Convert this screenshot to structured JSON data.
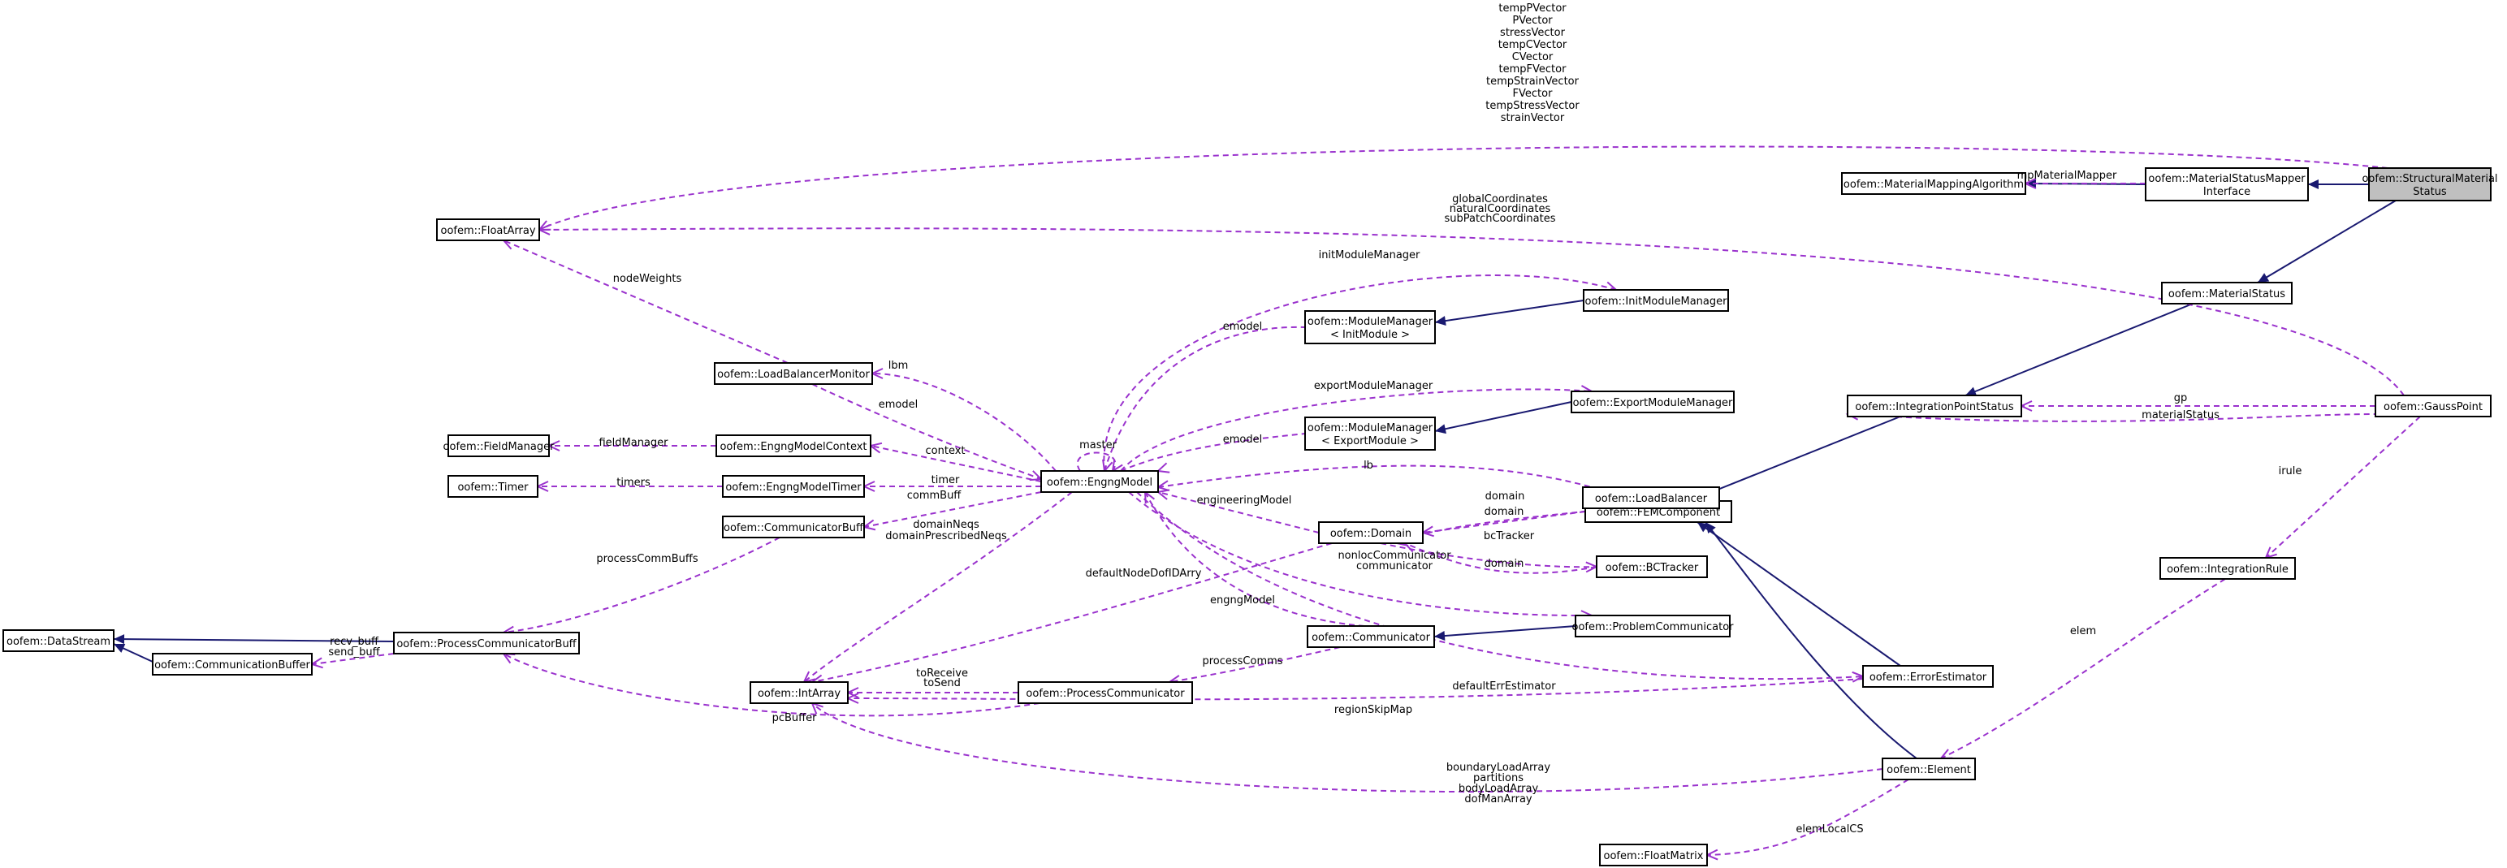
{
  "nodes": {
    "structural_material_status": [
      "oofem::StructuralMaterial",
      "Status"
    ],
    "material_status_mapper": [
      "oofem::MaterialStatusMapper",
      "Interface"
    ],
    "material_mapping_algorithm": [
      "oofem::MaterialMappingAlgorithm"
    ],
    "float_array": [
      "oofem::FloatArray"
    ],
    "material_status": [
      "oofem::MaterialStatus"
    ],
    "integration_point_status": [
      "oofem::IntegrationPointStatus"
    ],
    "gauss_point": [
      "oofem::GaussPoint"
    ],
    "fem_component": [
      "oofem::FEMComponent"
    ],
    "integration_rule": [
      "oofem::IntegrationRule"
    ],
    "init_module_manager": [
      "oofem::InitModuleManager"
    ],
    "module_manager_init": [
      "oofem::ModuleManager",
      "< InitModule >"
    ],
    "export_module_manager": [
      "oofem::ExportModuleManager"
    ],
    "module_manager_export": [
      "oofem::ModuleManager",
      "< ExportModule >"
    ],
    "load_balancer_monitor": [
      "oofem::LoadBalancerMonitor"
    ],
    "load_balancer": [
      "oofem::LoadBalancer"
    ],
    "field_manager": [
      "oofem::FieldManager"
    ],
    "engng_model_context": [
      "oofem::EngngModelContext"
    ],
    "timer": [
      "oofem::Timer"
    ],
    "engng_model_timer": [
      "oofem::EngngModelTimer"
    ],
    "engng_model": [
      "oofem::EngngModel"
    ],
    "communicator_buff": [
      "oofem::CommunicatorBuff"
    ],
    "domain": [
      "oofem::Domain"
    ],
    "bc_tracker": [
      "oofem::BCTracker"
    ],
    "problem_communicator": [
      "oofem::ProblemCommunicator"
    ],
    "communicator": [
      "oofem::Communicator"
    ],
    "data_stream": [
      "oofem::DataStream"
    ],
    "process_communicator_buff": [
      "oofem::ProcessCommunicatorBuff"
    ],
    "communication_buffer": [
      "oofem::CommunicationBuffer"
    ],
    "int_array": [
      "oofem::IntArray"
    ],
    "process_communicator": [
      "oofem::ProcessCommunicator"
    ],
    "error_estimator": [
      "oofem::ErrorEstimator"
    ],
    "element": [
      "oofem::Element"
    ],
    "float_matrix": [
      "oofem::FloatMatrix"
    ]
  },
  "edge_labels": {
    "sms_floatarray": [
      "tempPVector",
      "PVector",
      "stressVector",
      "tempCVector",
      "CVector",
      "tempFVector",
      "tempStrainVector",
      "FVector",
      "tempStressVector",
      "strainVector"
    ],
    "mm_algo": [
      "mpMaterialMapper"
    ],
    "gp_floatarray": [
      "globalCoordinates",
      "naturalCoordinates",
      "subPatchCoordinates"
    ],
    "lbm_floatarray": [
      "nodeWeights"
    ],
    "init_module_manager": [
      "initModuleManager"
    ],
    "emodel_init": [
      "emodel"
    ],
    "lbm": [
      "lbm"
    ],
    "emodel_lbm": [
      "emodel"
    ],
    "export_module_manager": [
      "exportModuleManager"
    ],
    "emodel_export": [
      "emodel"
    ],
    "master": [
      "master"
    ],
    "gp": [
      "gp"
    ],
    "material_status": [
      "materialStatus"
    ],
    "irule": [
      "irule"
    ],
    "field_manager": [
      "fieldManager"
    ],
    "context": [
      "context"
    ],
    "timers": [
      "timers"
    ],
    "timer": [
      "timer"
    ],
    "lb": [
      "lb"
    ],
    "comm_buff": [
      "commBuff"
    ],
    "domain_lb": [
      "domain"
    ],
    "domain_fem": [
      "domain"
    ],
    "engineering_model": [
      "engineeringModel"
    ],
    "bc_tracker": [
      "bcTracker"
    ],
    "domain_bct": [
      "domain"
    ],
    "domain_neqs": [
      "domainNeqs",
      "domainPrescribedNeqs"
    ],
    "process_comm_buffs": [
      "processCommBuffs"
    ],
    "default_node_dof": [
      "defaultNodeDofIDArry"
    ],
    "nonloc_comm": [
      "nonlocCommunicator",
      "communicator"
    ],
    "engng_model_comm": [
      "engngModel"
    ],
    "recv_send": [
      "recv_buff",
      "send_buff"
    ],
    "process_comms": [
      "processComms"
    ],
    "to_receive": [
      "toReceive",
      "toSend"
    ],
    "default_err": [
      "defaultErrEstimator"
    ],
    "region_skip": [
      "regionSkipMap"
    ],
    "pc_buffer": [
      "pcBuffer"
    ],
    "elem": [
      "elem"
    ],
    "element_int_array": [
      "boundaryLoadArray",
      "partitions",
      "bodyLoadArray",
      "dofManArray"
    ],
    "elem_local_cs": [
      "elemLocalCS"
    ]
  },
  "colors": {
    "inheritance": "#191970",
    "usage": "#9a32cd",
    "highlight_fill": "#bfbfbf"
  }
}
